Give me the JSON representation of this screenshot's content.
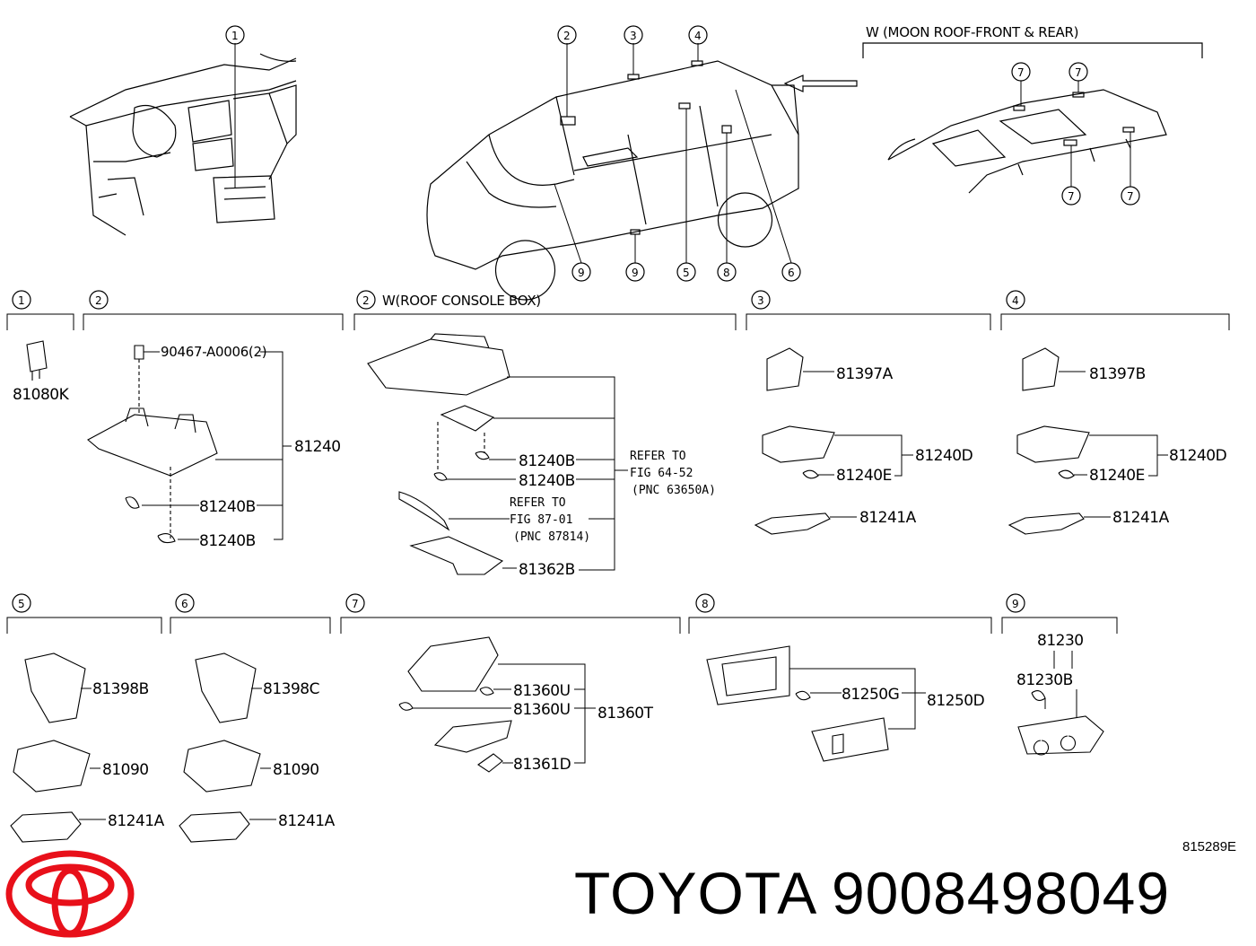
{
  "header_note": "W (MOON ROOF-FRONT & REAR)",
  "callouts": [
    "1",
    "2",
    "3",
    "4",
    "5",
    "6",
    "7",
    "8",
    "9"
  ],
  "sections": {
    "s1": {
      "num": "1",
      "parts": [
        "81080K"
      ]
    },
    "s2": {
      "num": "2",
      "parts": [
        "90467-A0006(2)",
        "81240",
        "81240B",
        "81240B"
      ]
    },
    "s2w": {
      "num": "2",
      "title": "W(ROOF CONSOLE BOX)",
      "parts": [
        "81240B",
        "81240B",
        "81362B"
      ],
      "refer1": [
        "REFER TO",
        "FIG 64-52",
        "(PNC 63650A)"
      ],
      "refer2": [
        "REFER TO",
        "FIG 87-01",
        "(PNC 87814)"
      ]
    },
    "s3": {
      "num": "3",
      "parts": [
        "81397A",
        "81240D",
        "81240E",
        "81241A"
      ]
    },
    "s4": {
      "num": "4",
      "parts": [
        "81397B",
        "81240D",
        "81240E",
        "81241A"
      ]
    },
    "s5": {
      "num": "5",
      "parts": [
        "81398B",
        "81090",
        "81241A"
      ]
    },
    "s6": {
      "num": "6",
      "parts": [
        "81398C",
        "81090",
        "81241A"
      ]
    },
    "s7": {
      "num": "7",
      "parts": [
        "81360U",
        "81360U",
        "81360T",
        "81361D"
      ]
    },
    "s8": {
      "num": "8",
      "parts": [
        "81250G",
        "81250D"
      ]
    },
    "s9": {
      "num": "9",
      "parts": [
        "81230",
        "81230B"
      ]
    }
  },
  "diagram_code": "815289E",
  "brand": "TOYOTA",
  "part_number": "9008498049",
  "colors": {
    "logo_red": "#e8101a",
    "line": "#000000"
  }
}
